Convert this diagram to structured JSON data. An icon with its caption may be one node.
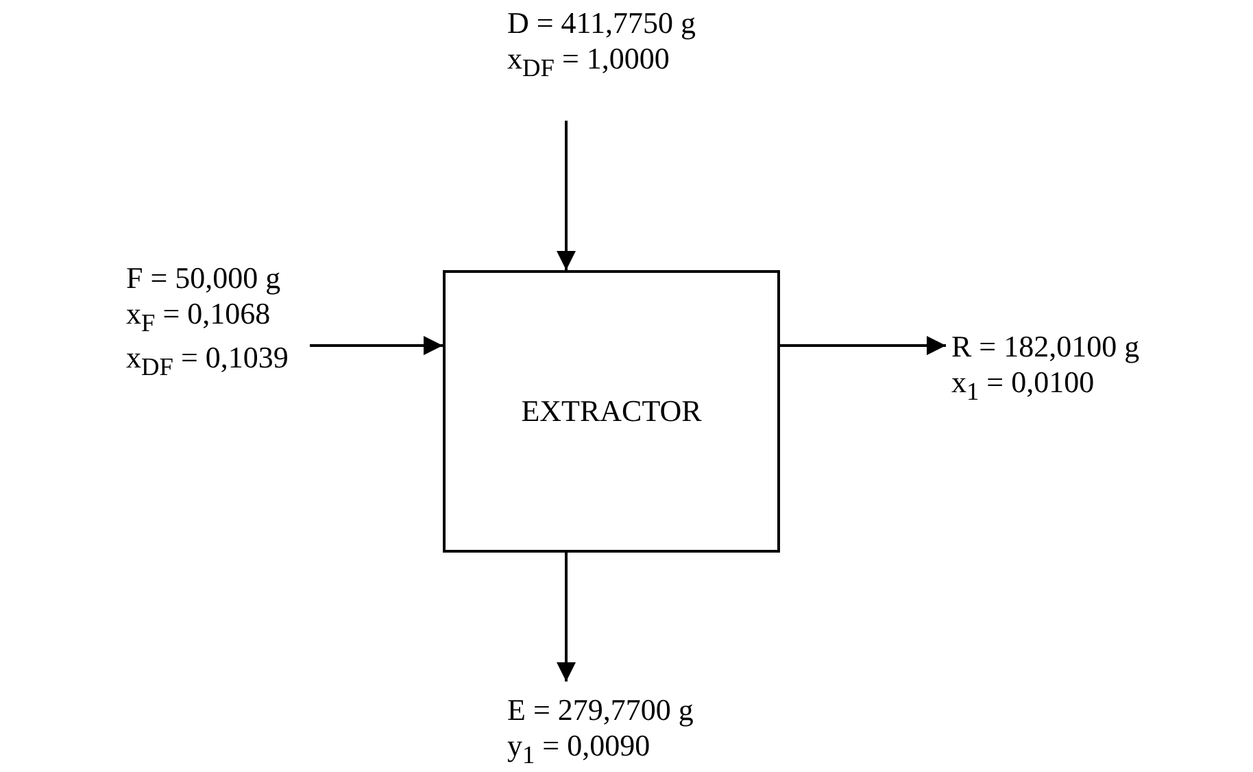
{
  "diagram": {
    "nodes": [
      {
        "text": [
          "D = 411,7750 g",
          "x$_{DF}$ = 1,0000"
        ]
      },
      {
        "text": [
          "F = 50,000 g",
          "x$_{F}$ = 0,1068",
          "x$_{DF}$ = 0,1039"
        ]
      },
      {
        "text": [
          "EXTRACTOR"
        ]
      },
      {
        "text": [
          "R = 182,0100 g",
          "x$_{1}$ = 0,0100"
        ]
      },
      {
        "text": [
          "E = 279,7700 g",
          "y$_{1}$ = 0,0090"
        ]
      }
    ],
    "edges": [
      {
        "from": 0,
        "to": 2,
        "arrow": "to"
      },
      {
        "from": 1,
        "to": 2,
        "arrow": "to"
      },
      {
        "from": 2,
        "to": 3,
        "arrow": "to"
      },
      {
        "from": 2,
        "to": 4,
        "arrow": "to"
      }
    ]
  }
}
